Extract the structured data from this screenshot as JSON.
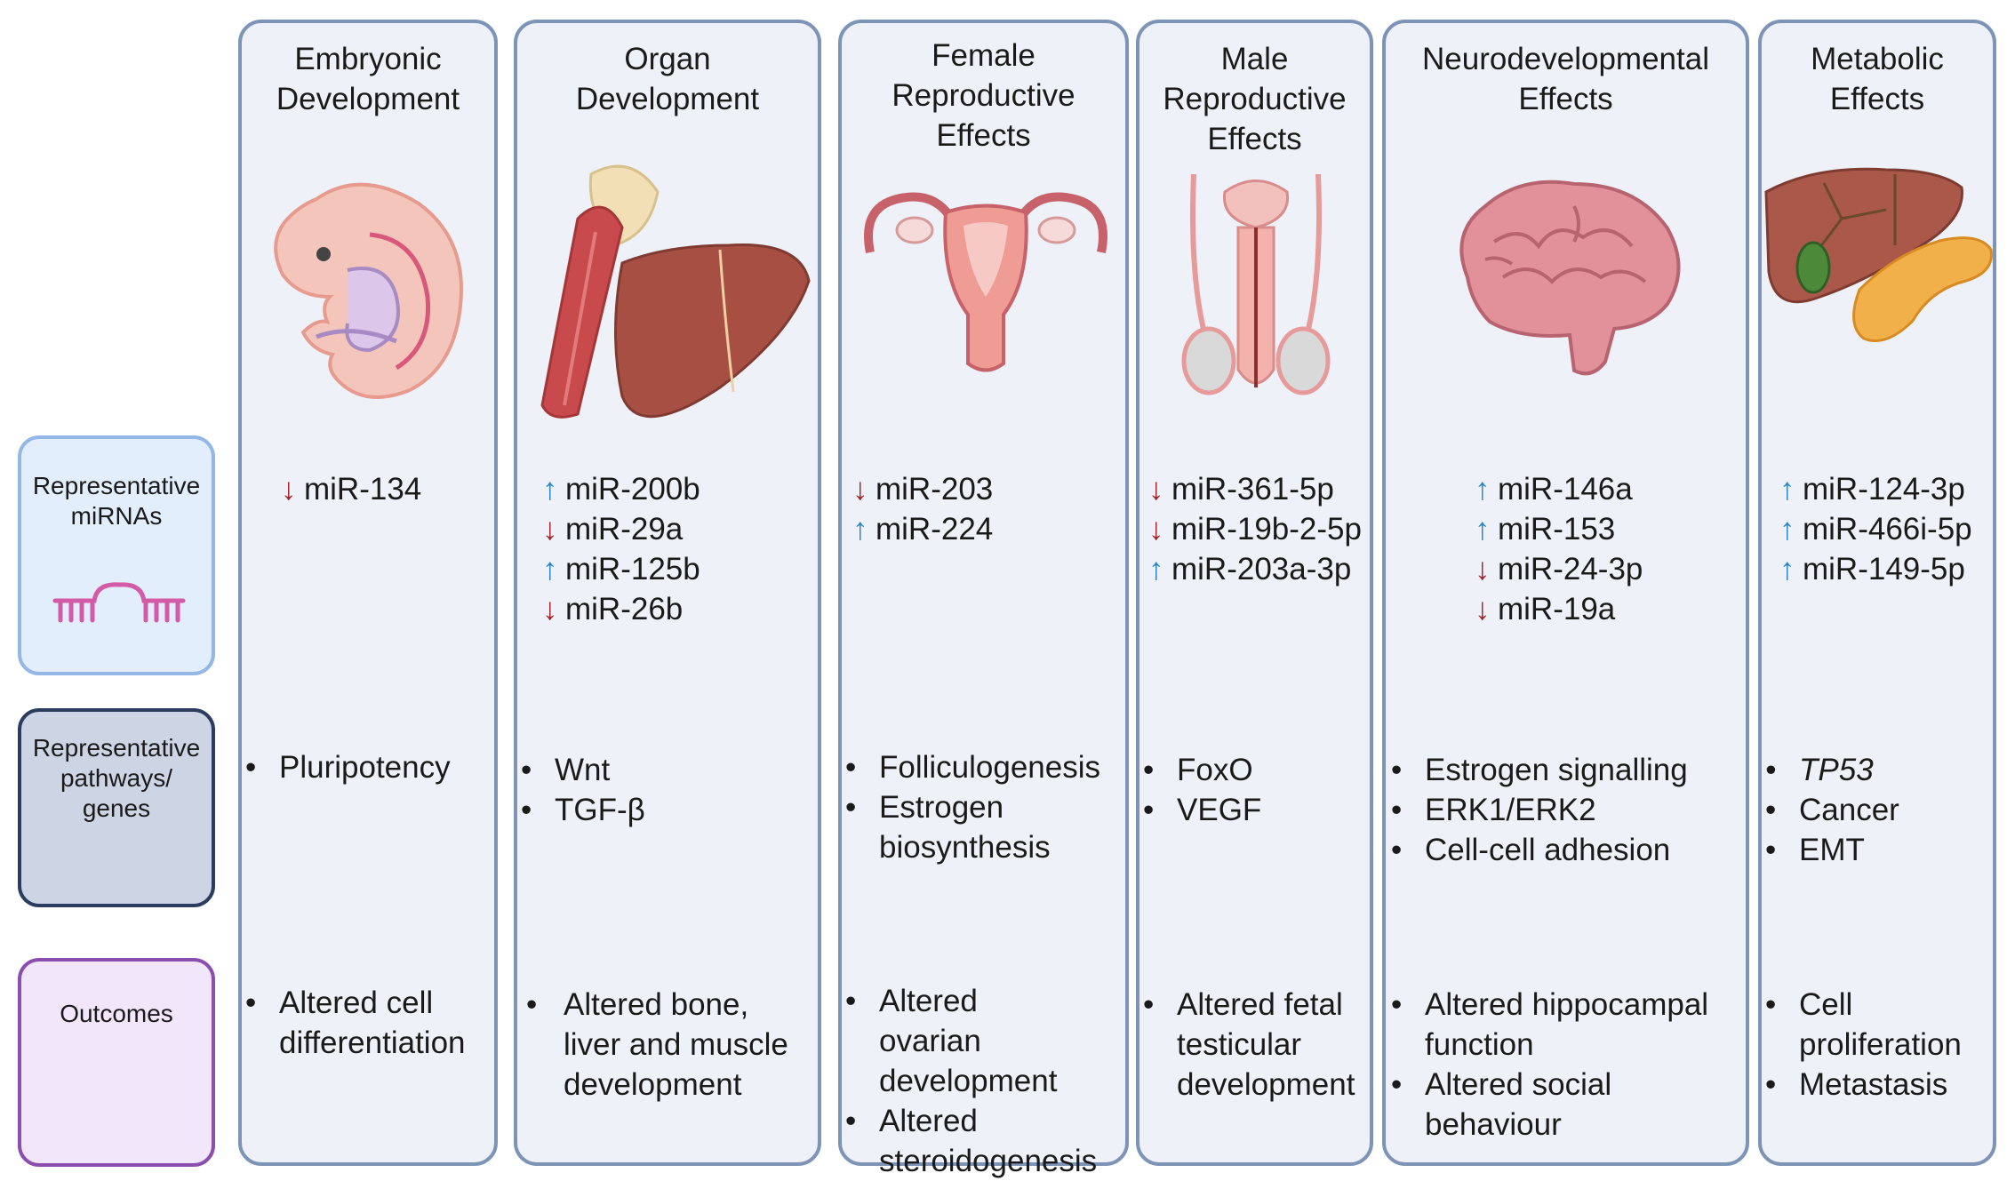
{
  "row_labels": {
    "mirnas": "Representative\nmiRNAs",
    "pathways": "Representative\npathways/\ngenes",
    "outcomes": "Outcomes"
  },
  "columns": [
    {
      "title": "Embryonic\nDevelopment",
      "illustration": "embryo",
      "mirnas": [
        {
          "dir": "down",
          "name": "miR-134"
        }
      ],
      "pathways": [
        "Pluripotency"
      ],
      "outcomes": [
        "Altered cell\ndifferentiation"
      ]
    },
    {
      "title": "Organ\nDevelopment",
      "illustration": "muscle-bone-liver",
      "mirnas": [
        {
          "dir": "up",
          "name": "miR-200b"
        },
        {
          "dir": "down",
          "name": "miR-29a"
        },
        {
          "dir": "up",
          "name": "miR-125b"
        },
        {
          "dir": "down",
          "name": "miR-26b"
        }
      ],
      "pathways": [
        "Wnt",
        "TGF-β"
      ],
      "outcomes": [
        "Altered bone,\nliver and muscle\ndevelopment"
      ]
    },
    {
      "title": "Female\nReproductive\nEffects",
      "illustration": "uterus",
      "mirnas": [
        {
          "dir": "down",
          "name": "miR-203"
        },
        {
          "dir": "up",
          "name": "miR-224"
        }
      ],
      "pathways": [
        "Folliculogenesis",
        "Estrogen\nbiosynthesis"
      ],
      "outcomes": [
        "Altered\novarian\ndevelopment",
        "Altered\nsteroidogenesis"
      ]
    },
    {
      "title": "Male\nReproductive\nEffects",
      "illustration": "male-reproductive",
      "mirnas": [
        {
          "dir": "down",
          "name": "miR-361-5p"
        },
        {
          "dir": "down",
          "name": "miR-19b-2-5p"
        },
        {
          "dir": "up",
          "name": "miR-203a-3p"
        }
      ],
      "pathways": [
        "FoxO",
        "VEGF"
      ],
      "outcomes": [
        "Altered fetal\ntesticular\ndevelopment"
      ]
    },
    {
      "title": "Neurodevelopmental\nEffects",
      "illustration": "brain",
      "mirnas": [
        {
          "dir": "up",
          "name": "miR-146a"
        },
        {
          "dir": "up",
          "name": "miR-153"
        },
        {
          "dir": "down",
          "name": "miR-24-3p"
        },
        {
          "dir": "down",
          "name": "miR-19a"
        }
      ],
      "pathways": [
        "Estrogen signalling",
        "ERK1/ERK2",
        "Cell-cell adhesion"
      ],
      "outcomes": [
        "Altered hippocampal\nfunction",
        "Altered social\nbehaviour"
      ]
    },
    {
      "title": "Metabolic\nEffects",
      "illustration": "liver-pancreas",
      "mirnas": [
        {
          "dir": "up",
          "name": "miR-124-3p"
        },
        {
          "dir": "up",
          "name": "miR-466i-5p"
        },
        {
          "dir": "up",
          "name": "miR-149-5p"
        }
      ],
      "pathways": [
        "TP53",
        "Cancer",
        "EMT"
      ],
      "outcomes": [
        "Cell\nproliferation",
        "Metastasis"
      ]
    }
  ],
  "arrow_glyphs": {
    "up": "↑",
    "down": "↓"
  },
  "colors": {
    "arrow_up": "#2a86c6",
    "arrow_down": "#a3262b",
    "column_fill": "#eef2f8",
    "column_border": "#7d94b6"
  }
}
